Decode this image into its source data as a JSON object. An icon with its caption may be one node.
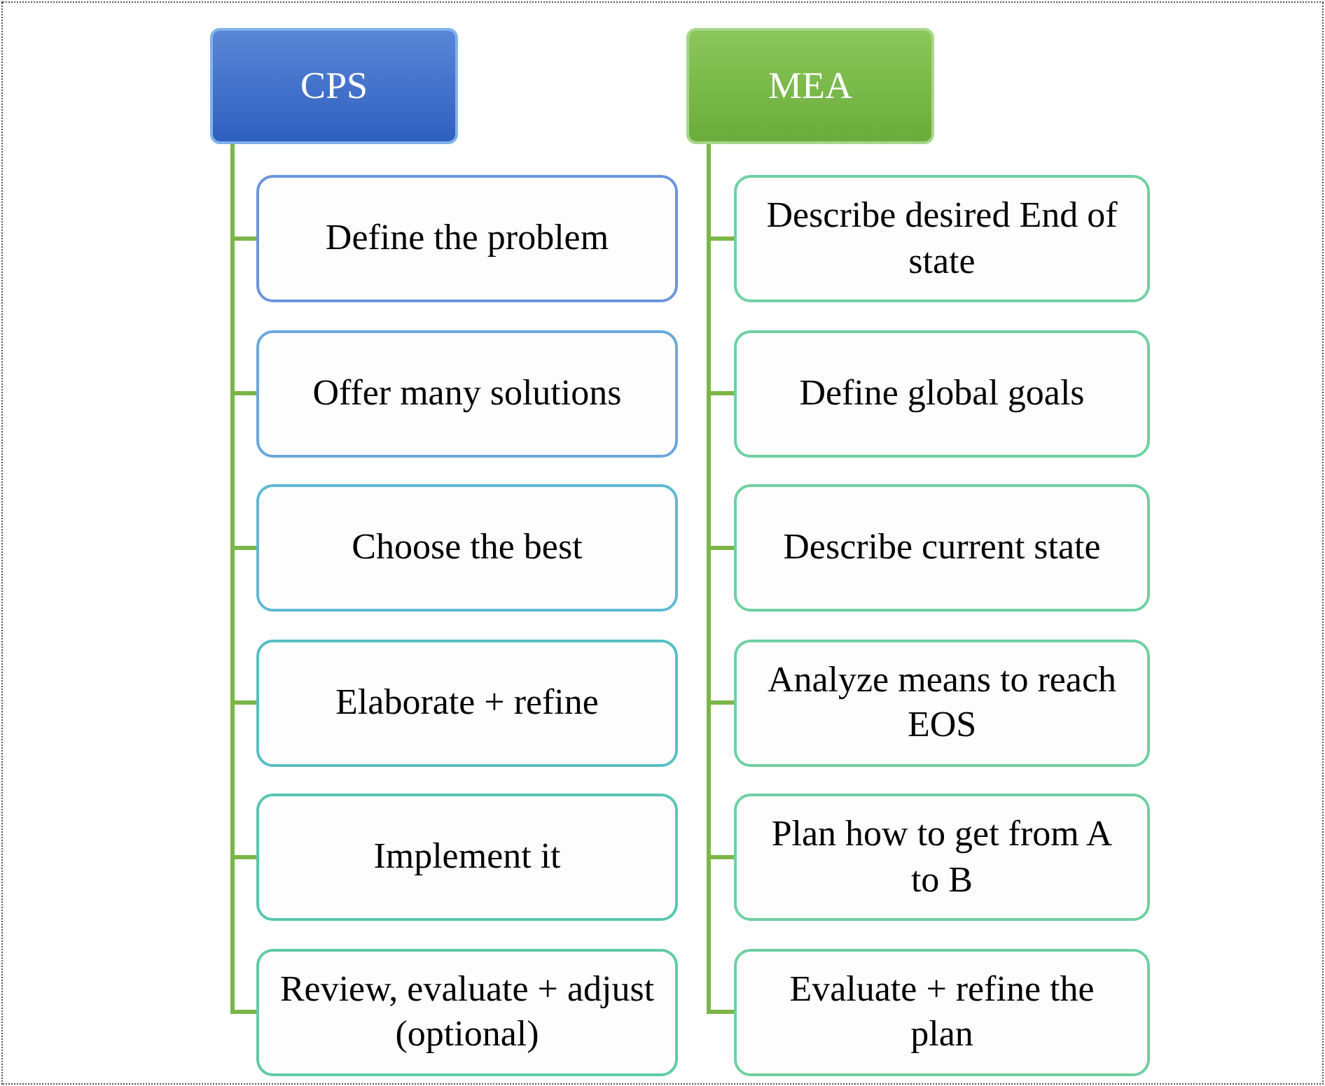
{
  "diagram": {
    "nodes": [
      {
        "text": [
          "CPS"
        ]
      },
      {
        "text": [
          "Define the problem"
        ]
      },
      {
        "text": [
          "Offer many solutions"
        ]
      },
      {
        "text": [
          "Choose the best"
        ]
      },
      {
        "text": [
          "Elaborate + refine"
        ]
      },
      {
        "text": [
          "Implement it"
        ]
      },
      {
        "text": [
          "Review, evaluate + adjust (optional)"
        ]
      },
      {
        "text": [
          "MEA"
        ]
      },
      {
        "text": [
          "Describe desired End of state"
        ]
      },
      {
        "text": [
          "Define global goals"
        ]
      },
      {
        "text": [
          "Describe current state"
        ]
      },
      {
        "text": [
          "Analyze means to reach EOS"
        ]
      },
      {
        "text": [
          "Plan how to get from A to B"
        ]
      },
      {
        "text": [
          "Evaluate + refine the plan"
        ]
      }
    ],
    "edges": [
      {
        "from": 0,
        "to": 1,
        "arrow": "none"
      },
      {
        "from": 0,
        "to": 2,
        "arrow": "none"
      },
      {
        "from": 0,
        "to": 3,
        "arrow": "none"
      },
      {
        "from": 0,
        "to": 4,
        "arrow": "none"
      },
      {
        "from": 0,
        "to": 5,
        "arrow": "none"
      },
      {
        "from": 0,
        "to": 6,
        "arrow": "none"
      },
      {
        "from": 7,
        "to": 8,
        "arrow": "none"
      },
      {
        "from": 7,
        "to": 9,
        "arrow": "none"
      },
      {
        "from": 7,
        "to": 10,
        "arrow": "none"
      },
      {
        "from": 7,
        "to": 11,
        "arrow": "none"
      },
      {
        "from": 7,
        "to": 12,
        "arrow": "none"
      },
      {
        "from": 7,
        "to": 13,
        "arrow": "none"
      }
    ]
  }
}
